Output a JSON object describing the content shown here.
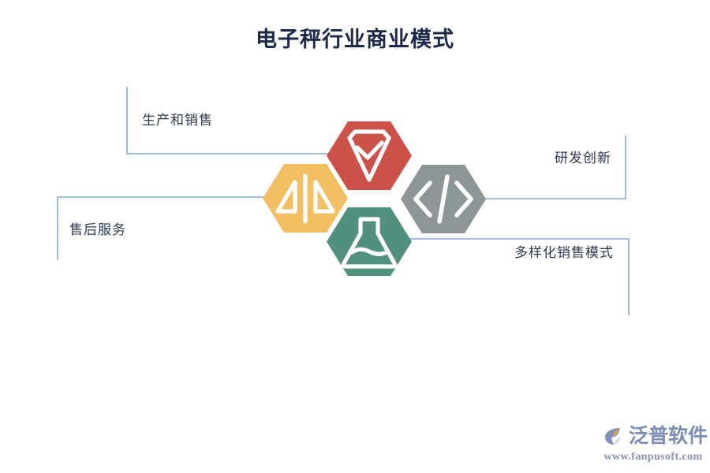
{
  "page": {
    "title": "电子秤行业商业模式",
    "background_color": "#ffffff",
    "title_color": "#1b2a4a",
    "connector_color": "#4a7dc4"
  },
  "diagram": {
    "type": "hexagon-cluster-infographic",
    "nodes": [
      {
        "id": "production-sales",
        "label": "生产和销售",
        "icon": "diamond-check-icon",
        "color": "#cc5249",
        "position": "top-center",
        "connector_side": "left"
      },
      {
        "id": "after-sales-service",
        "label": "售后服务",
        "icon": "balance-scale-icon",
        "color": "#f2c063",
        "position": "left",
        "connector_side": "left"
      },
      {
        "id": "rd-innovation",
        "label": "研发创新",
        "icon": "code-brackets-icon",
        "color": "#8c9598",
        "position": "right",
        "connector_side": "right"
      },
      {
        "id": "diversified-sales-model",
        "label": "多样化销售模式",
        "icon": "flask-icon",
        "color": "#51907f",
        "position": "bottom-center",
        "connector_side": "right"
      }
    ]
  },
  "footer": {
    "logo_name": "泛普软件",
    "logo_url": "www.fanpusoft.com",
    "logo_color": "#7b8db3",
    "logo_accent": "#e8a24a"
  }
}
